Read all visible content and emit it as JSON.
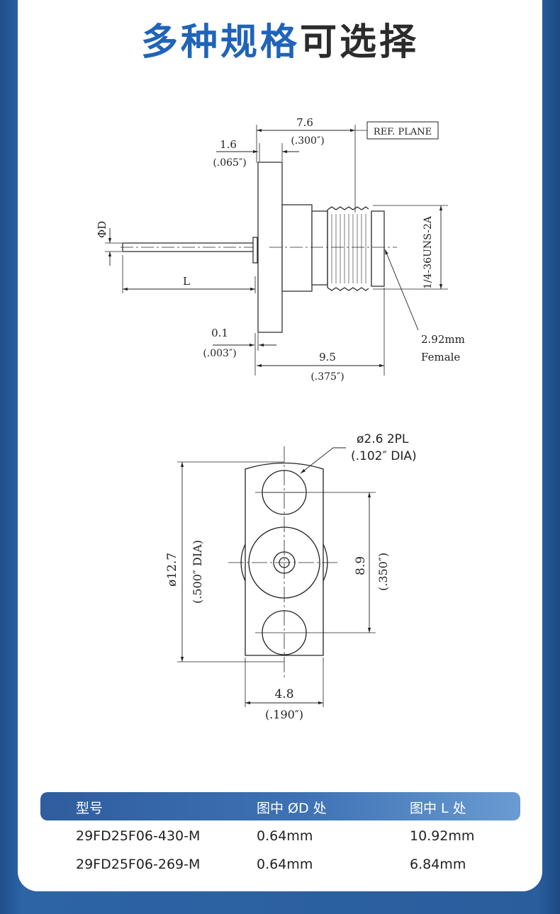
{
  "title": {
    "part1": "多种规格",
    "part2": "可选择"
  },
  "colors": {
    "accent": "#1f64b8",
    "header_bg": "#3e72b4",
    "background": "#2a5d9c"
  },
  "side_view": {
    "dim_length_mm": "7.6",
    "dim_length_in": "(.300″)",
    "ref_plane": "REF. PLANE",
    "dim_flange_mm": "1.6",
    "dim_flange_in": "(.065″)",
    "dim_d": "ΦD",
    "dim_l": "L",
    "dim_gap_mm": "0.1",
    "dim_gap_in": "(.003″)",
    "dim_body_mm": "9.5",
    "dim_body_in": "(.375″)",
    "thread": "1/4-36UNS-2A",
    "connector_size": "2.92mm",
    "connector_gender": "Female"
  },
  "front_view": {
    "hole_mm": "ø2.6  2PL",
    "hole_in": "(.102″  DIA)",
    "diameter_mm": "ø12.7",
    "diameter_in": "(.500″ DIA)",
    "pitch_mm": "8.9",
    "pitch_in": "(.350″)",
    "width_mm": "4.8",
    "width_in": "(.190″)"
  },
  "table": {
    "headers": [
      "型号",
      "图中 ØD 处",
      "图中 L 处"
    ],
    "rows": [
      [
        "29FD25F06-430-M",
        "0.64mm",
        "10.92mm"
      ],
      [
        "29FD25F06-269-M",
        "0.64mm",
        "6.84mm"
      ]
    ]
  }
}
